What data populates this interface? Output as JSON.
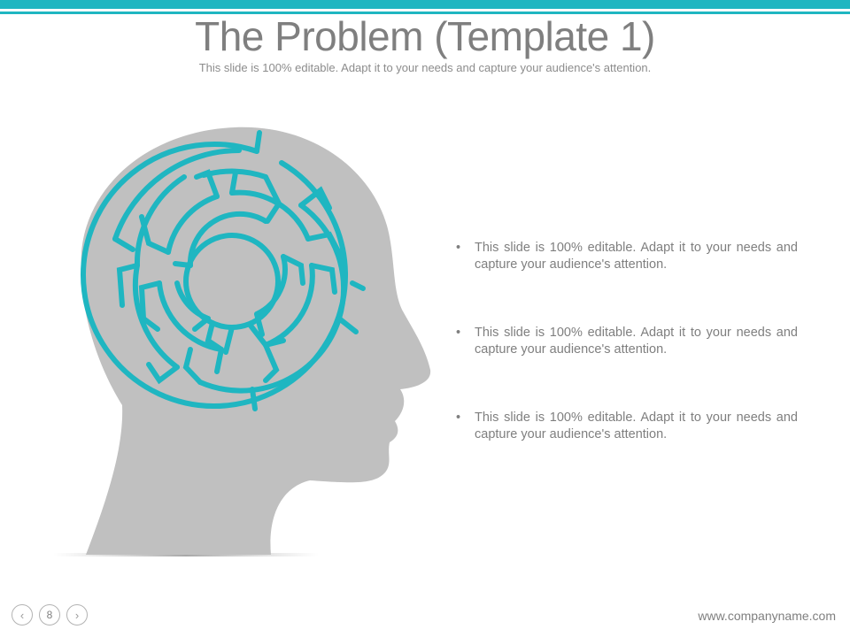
{
  "slide": {
    "title": "The Problem (Template 1)",
    "subtitle": "This slide is 100% editable. Adapt it to your needs and capture your audience's attention."
  },
  "bullets": [
    {
      "text": "This slide is 100% editable. Adapt it to your needs and capture your audience's attention."
    },
    {
      "text": "This slide is 100% editable. Adapt it to your needs and capture your audience's attention."
    },
    {
      "text": "This slide is 100% editable. Adapt it to your needs and capture your audience's attention."
    }
  ],
  "bullet_symbol": "•",
  "navigation": {
    "page_number": "8",
    "prev_icon": "chevron-left-icon",
    "next_icon": "chevron-right-icon",
    "prev_glyph": "‹",
    "next_glyph": "›"
  },
  "footer": {
    "url": "www.companyname.com"
  },
  "colors": {
    "accent": "#1fb6c1",
    "head": "#c0c0c0",
    "text": "#7f7f7f"
  }
}
